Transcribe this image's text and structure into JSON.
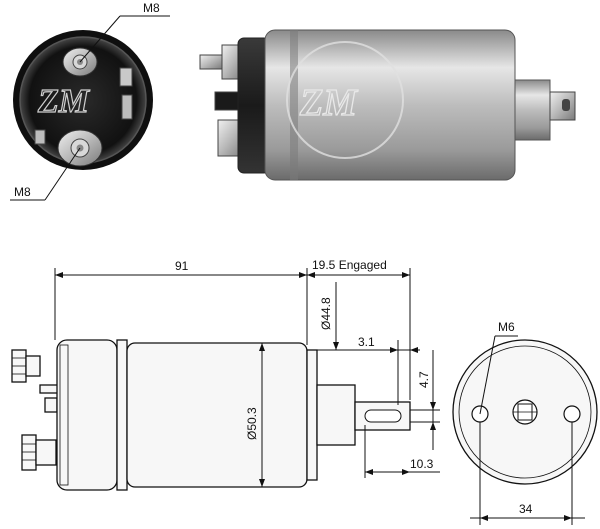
{
  "photos": {
    "end_view_label_top": "M8",
    "end_view_label_bottom": "M8",
    "watermark": "ZM"
  },
  "drawing": {
    "dim_total_length": "91",
    "dim_engaged": "19.5 Engaged",
    "dim_plunger_diameter": "Ø44.8",
    "dim_body_diameter": "Ø50.3",
    "dim_slot_offset": "3.1",
    "dim_slot_width": "4.7",
    "dim_slot_depth": "10.3",
    "dim_thread": "M6",
    "dim_bolt_spacing": "34"
  }
}
